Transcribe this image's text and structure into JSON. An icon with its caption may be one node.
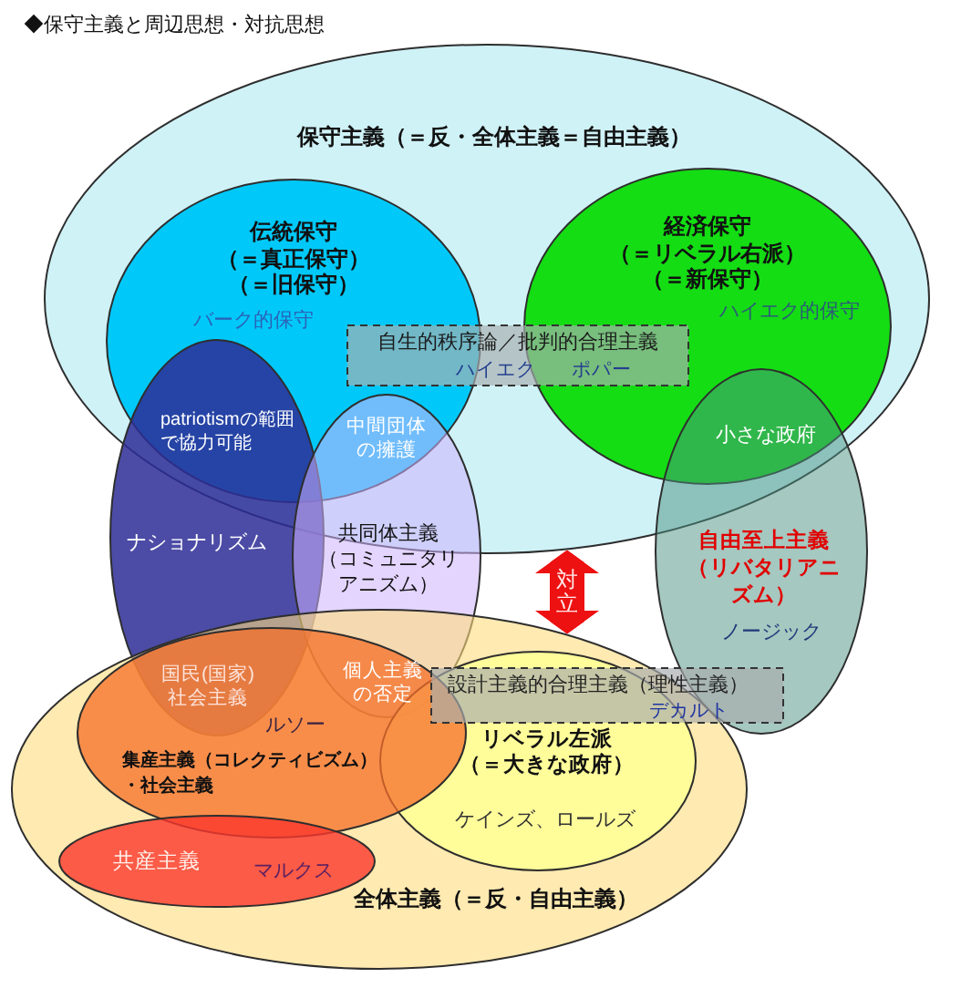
{
  "diagram": {
    "title": "◆保守主義と周辺思想・対抗思想",
    "nodes": [
      {
        "text": [
          "保守主義（＝反・全体主義＝自由主義）"
        ]
      },
      {
        "text": [
          "伝統保守（＝真正保守）（＝旧保守）",
          "バーク的保守"
        ],
        "in": 0
      },
      {
        "text": [
          "経済保守（＝リベラル右派）（＝新保守）",
          "ハイエク的保守"
        ],
        "in": 0
      },
      {
        "text": [
          "自生的秩序論／批判的合理主義",
          "ハイエク",
          "ポパー"
        ],
        "in": 0
      },
      {
        "text": [
          "ナショナリズム"
        ]
      },
      {
        "text": [
          "共同体主義（コミュニタリアニズム）"
        ]
      },
      {
        "text": [
          "自由至上主義（リバタリアニズム）",
          "ノージック"
        ]
      },
      {
        "text": [
          "全体主義（＝反・自由主義）"
        ]
      },
      {
        "text": [
          "ルソー",
          "集産主義（コレクティビズム）・社会主義"
        ],
        "in": 7
      },
      {
        "text": [
          "リベラル左派（＝大きな政府）",
          "ケインズ、ロールズ"
        ],
        "in": 7
      },
      {
        "text": [
          "共産主義",
          "マルクス"
        ],
        "in": 7
      },
      {
        "text": [
          "設計主義的合理主義（理性主義）",
          "デカルト"
        ]
      }
    ],
    "edges": [
      {
        "from": 0,
        "to": 7,
        "arrow": "both",
        "label": "対立",
        "color": "#ee1111"
      }
    ],
    "labels": [
      "patriotismの範囲で協力可能",
      "中間団体の擁護",
      "小さな政府",
      "国民(国家)社会主義",
      "個人主義の否定"
    ]
  }
}
